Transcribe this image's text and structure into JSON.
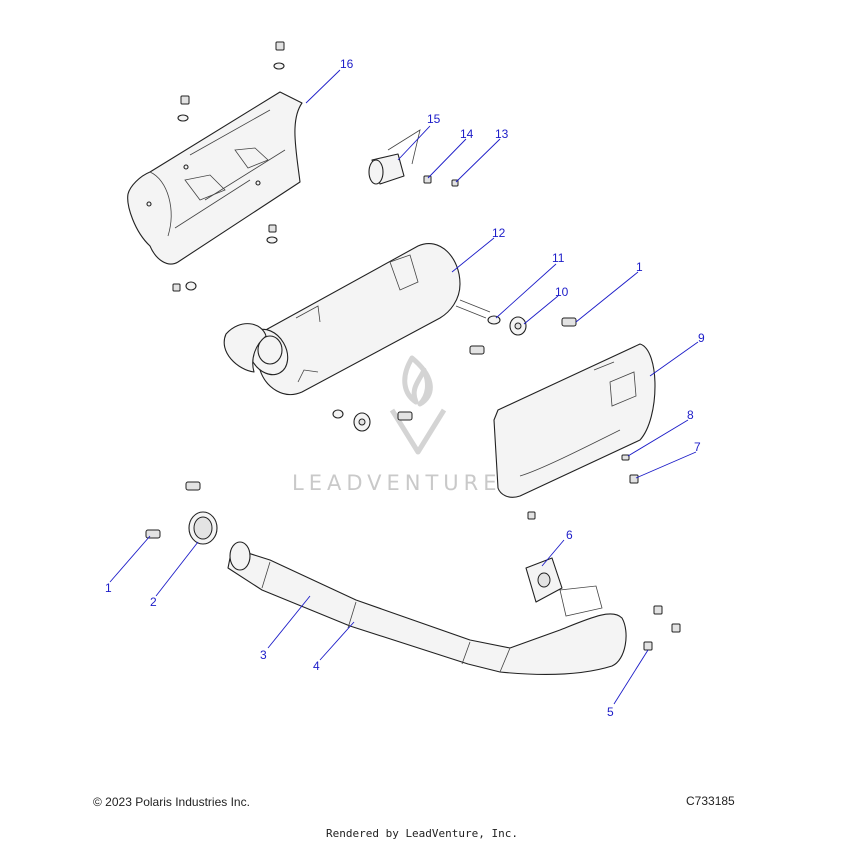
{
  "callouts": [
    {
      "id": "1a",
      "label": "1"
    },
    {
      "id": "1b",
      "label": "1"
    },
    {
      "id": "2",
      "label": "2"
    },
    {
      "id": "3",
      "label": "3"
    },
    {
      "id": "4",
      "label": "4"
    },
    {
      "id": "5",
      "label": "5"
    },
    {
      "id": "6",
      "label": "6"
    },
    {
      "id": "7",
      "label": "7"
    },
    {
      "id": "8",
      "label": "8"
    },
    {
      "id": "9",
      "label": "9"
    },
    {
      "id": "10",
      "label": "10"
    },
    {
      "id": "11",
      "label": "11"
    },
    {
      "id": "12",
      "label": "12"
    },
    {
      "id": "13",
      "label": "13"
    },
    {
      "id": "14",
      "label": "14"
    },
    {
      "id": "15",
      "label": "15"
    },
    {
      "id": "16",
      "label": "16"
    }
  ],
  "watermark": "LEADVENTURE",
  "copyright": "© 2023 Polaris Industries Inc.",
  "figure_code": "C733185",
  "rendered_by": "Rendered by LeadVenture, Inc.",
  "colors": {
    "callout": "#1c1cc8",
    "line": "#222222",
    "watermark": "#c9c9c9"
  }
}
